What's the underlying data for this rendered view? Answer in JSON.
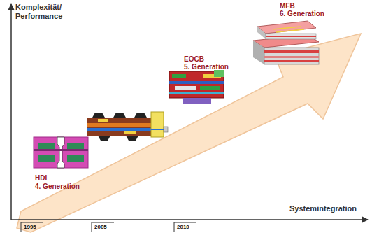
{
  "diagram": {
    "labels": [
      "Komplexität/ Performance",
      "Systemintegration",
      "HDI",
      "4. Generation",
      "EOCB",
      "5. Generation",
      "MFB",
      "6. Generation",
      "1995",
      "2005",
      "2010"
    ]
  }
}
